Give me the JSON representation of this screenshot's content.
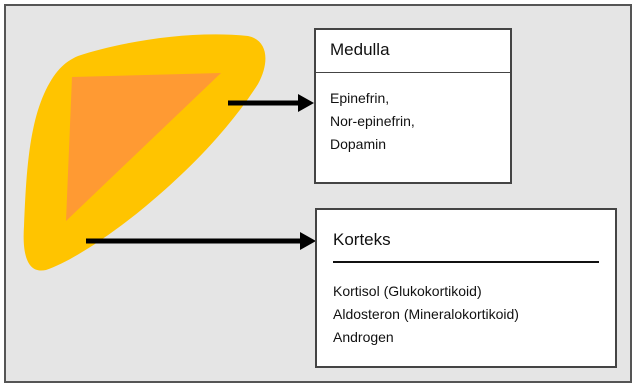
{
  "diagram": {
    "colors": {
      "background": "#e5e5e5",
      "cortex_outer": "#ffc400",
      "medulla_inner": "#ff9a33",
      "arrow": "#000000"
    },
    "medulla": {
      "title": "Medulla",
      "items": [
        "Epinefrin,",
        "Nor-epinefrin,",
        "Dopamin"
      ]
    },
    "korteks": {
      "title": "Korteks",
      "items": [
        "Kortisol (Glukokortikoid)",
        "Aldosteron (Mineralokortikoid)",
        "Androgen"
      ]
    }
  }
}
